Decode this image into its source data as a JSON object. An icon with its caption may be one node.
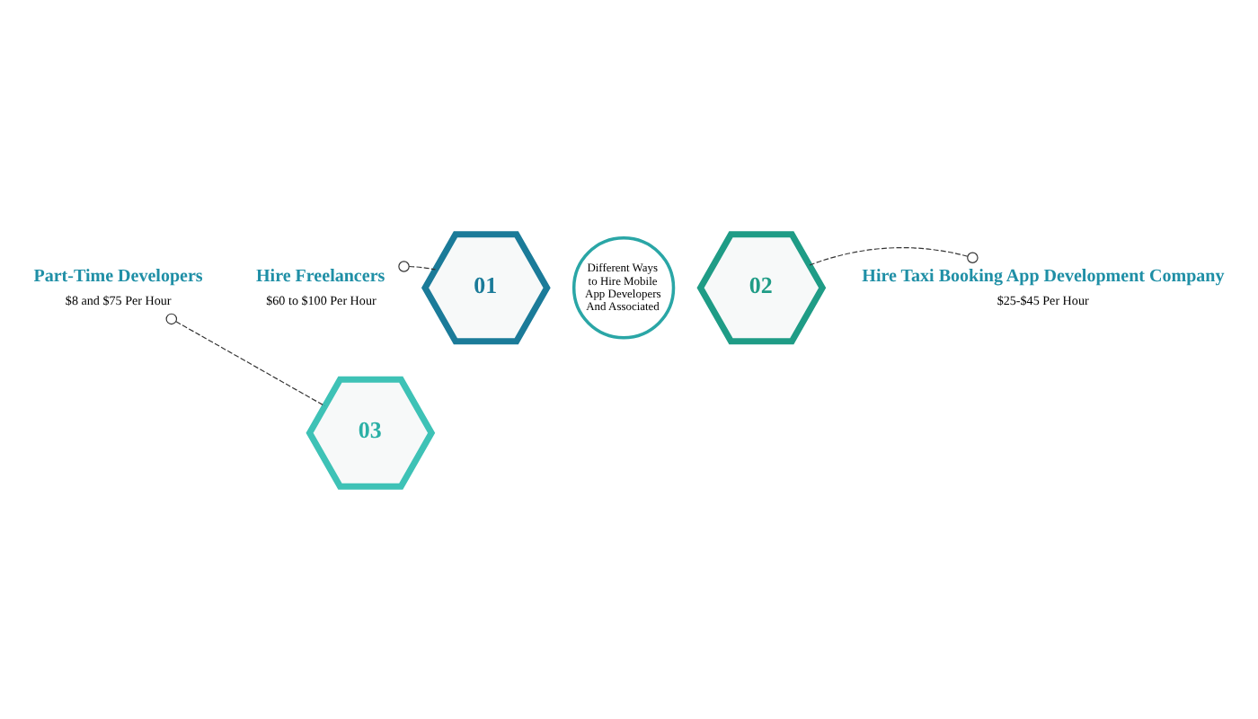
{
  "diagram": {
    "nodes": [
      {
        "text": [
          "Different Ways to Hire Mobile App Developers And Associated"
        ]
      },
      {
        "text": [
          "01"
        ]
      },
      {
        "text": [
          "02"
        ]
      },
      {
        "text": [
          "03"
        ]
      },
      {
        "text": [
          "Hire Freelancers",
          "$60 to $100 Per Hour"
        ]
      },
      {
        "text": [
          "Hire Taxi Booking App Development Company",
          "$25-$45 Per Hour"
        ]
      },
      {
        "text": [
          "Part-Time Developers",
          "$8 and $75 Per Hour"
        ]
      }
    ],
    "edges": [
      {
        "from": 4,
        "to": 1,
        "arrow": "other",
        "style": "dashed"
      },
      {
        "from": 5,
        "to": 2,
        "arrow": "other",
        "style": "dashed"
      },
      {
        "from": 6,
        "to": 3,
        "arrow": "other",
        "style": "dashed"
      }
    ]
  }
}
